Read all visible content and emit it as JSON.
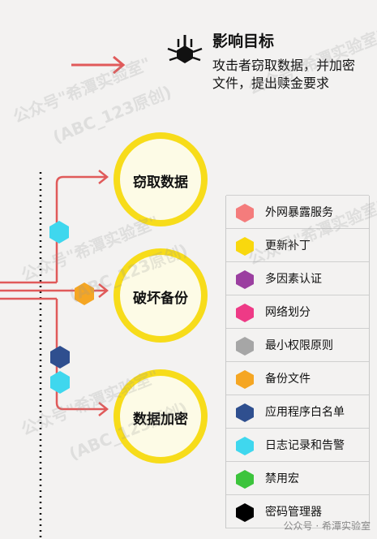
{
  "header": {
    "title": "影响目标",
    "description": "攻击者窃取数据，并加密文件，提出赎金要求"
  },
  "nodes": [
    {
      "label": "窃取数据"
    },
    {
      "label": "破坏备份"
    },
    {
      "label": "数据加密"
    }
  ],
  "legend": [
    {
      "label": "外网暴露服务",
      "color": "#f47c7c"
    },
    {
      "label": "更新补丁",
      "color": "#f9d80e"
    },
    {
      "label": "多因素认证",
      "color": "#9b3fa0"
    },
    {
      "label": "网络划分",
      "color": "#ee3a86"
    },
    {
      "label": "最小权限原则",
      "color": "#a6a6a6"
    },
    {
      "label": "备份文件",
      "color": "#f5a623"
    },
    {
      "label": "应用程序白名单",
      "color": "#2f4f8f"
    },
    {
      "label": "日志记录和告警",
      "color": "#3fd7ee"
    },
    {
      "label": "禁用宏",
      "color": "#3cc43c"
    },
    {
      "label": "密码管理器",
      "color": "#000000"
    }
  ],
  "watermark": {
    "text1": "公众号\"希潭实验室\"",
    "text2": "(ABC_123原创)",
    "footer": "公众号 · 希潭实验室"
  },
  "colors": {
    "arrow": "#e05a5a",
    "circle_fill": "#fdf19a",
    "circle_ring": "#f7dc1a"
  }
}
